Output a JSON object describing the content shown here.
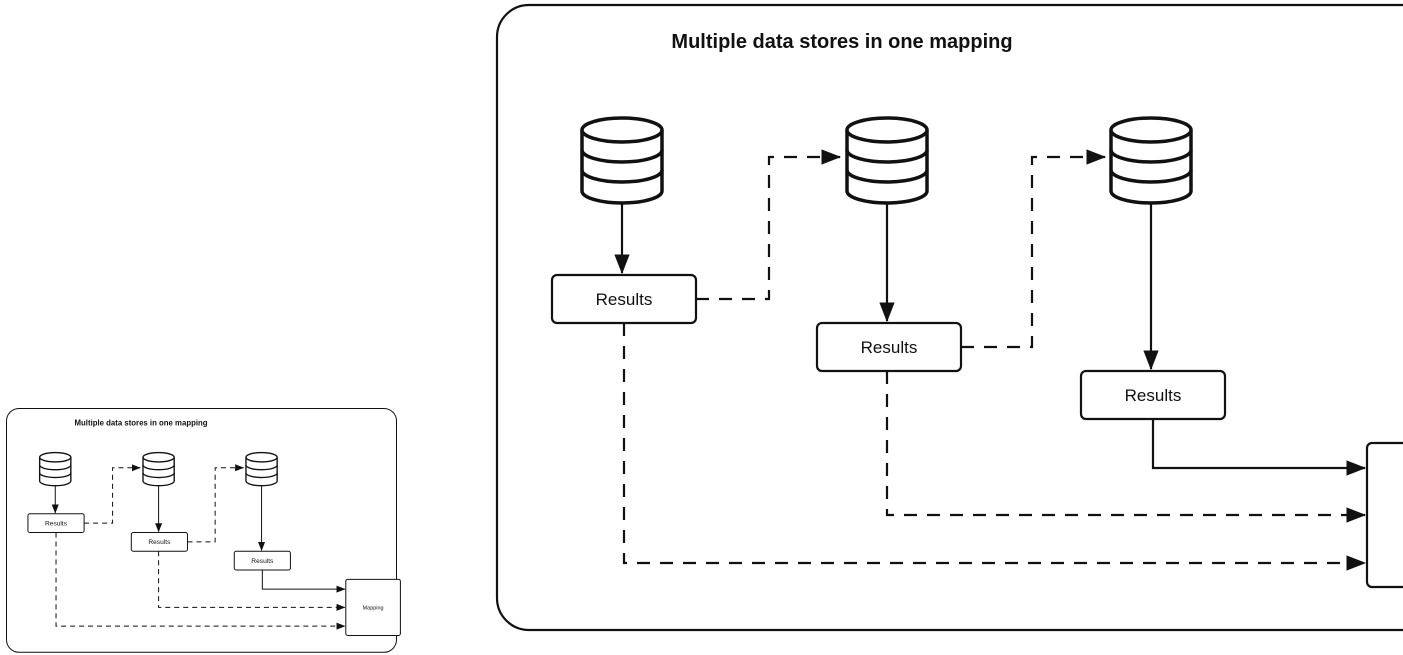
{
  "diagram": {
    "title": "Multiple data stores in one mapping",
    "result_label": "Results",
    "mapping_label": "Mapping",
    "zoom_mapping_visible": "M",
    "stroke_color": "#111111",
    "background_color": "#ffffff",
    "icons": {
      "datastore": "database-cylinder-icon",
      "solid_edge": "solid-arrow",
      "dashed_edge": "dashed-arrow"
    }
  }
}
